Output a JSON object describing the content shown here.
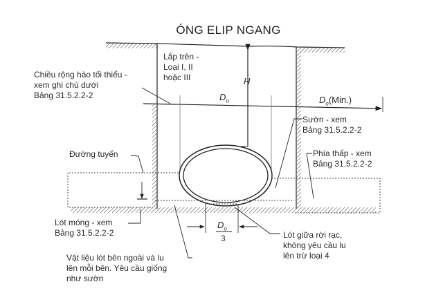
{
  "title": "ÓNG ELIP NGANG",
  "labels": {
    "backfill": [
      "Lắp trên -",
      "Loại I, II",
      "hoặc III"
    ],
    "trench_width": [
      "Chiều rộng hào tối thiểu -",
      "xem ghi chú dưới",
      "Bảng 31.5.2.2-2"
    ],
    "height": "H",
    "diameter": "D",
    "diameter_sub": "o",
    "diameter_min": "(Min.)",
    "haunch": [
      "Sườn - xem",
      "Bảng 31.5.2.2-2"
    ],
    "springline": "Đường tuyến",
    "lower_side": [
      "Phía thấp - xem",
      "Bảng 31.5.2.2-2"
    ],
    "bedding": [
      "Lót móng - xem",
      "Bảng 31.5.2.2-2"
    ],
    "fraction_denominator": "3",
    "middle_bedding": [
      "Lót giữa rời rạc,",
      "không yêu cầu lu",
      "lên trừ loại 4"
    ],
    "outer_bedding": [
      "Vật liệu lót bên ngoài và lu",
      "lên mỗi bên. Yêu cầu giống",
      "như sườn"
    ]
  }
}
